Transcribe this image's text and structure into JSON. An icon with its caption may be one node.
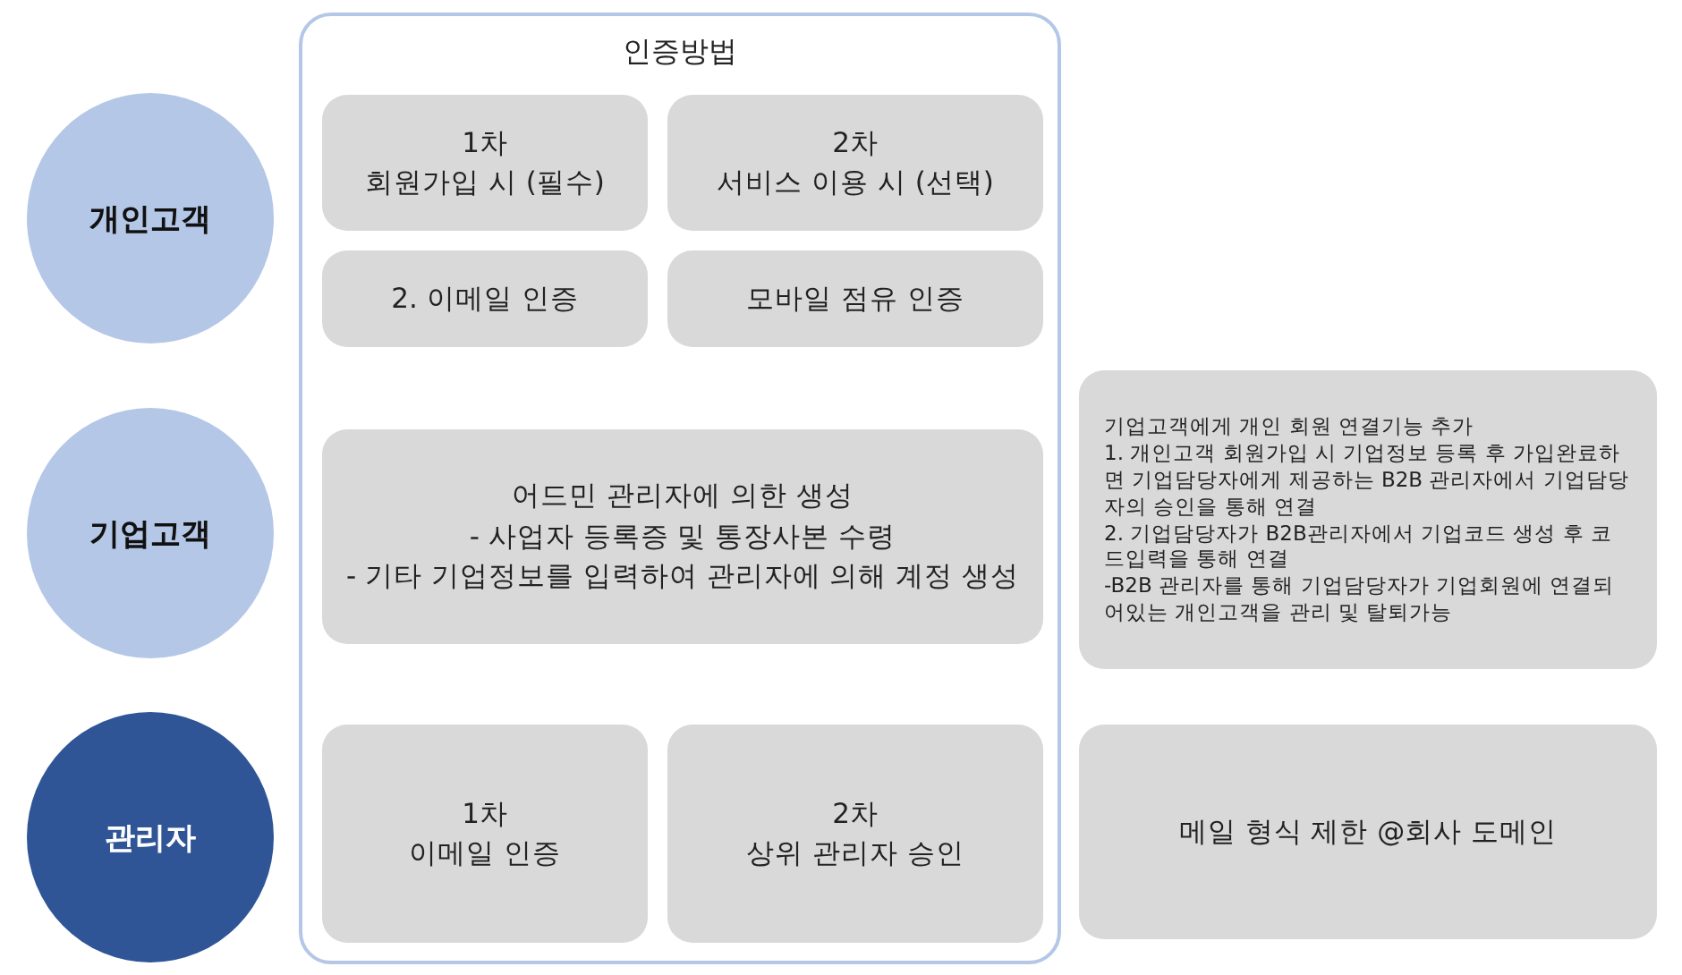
{
  "diagram": {
    "nodes": [
      {
        "text": [
          "개인고객"
        ]
      },
      {
        "text": [
          "기업고객"
        ]
      },
      {
        "text": [
          "관리자"
        ]
      },
      {
        "text": [
          "인증방법"
        ]
      },
      {
        "text": [
          "1차",
          "회원가입 시 (필수)"
        ],
        "in": 3
      },
      {
        "text": [
          "2차",
          "서비스 이용 시 (선택)"
        ],
        "in": 3
      },
      {
        "text": [
          "2. 이메일 인증"
        ],
        "in": 3
      },
      {
        "text": [
          "모바일 점유 인증"
        ],
        "in": 3
      },
      {
        "text": [
          "어드민 관리자에 의한 생성",
          "- 사업자 등록증 및 통장사본 수령",
          "- 기타 기업정보를 입력하여 관리자에 의해 계정 생성"
        ],
        "in": 3
      },
      {
        "text": [
          "1차",
          "이메일 인증"
        ],
        "in": 3
      },
      {
        "text": [
          "2차",
          "상위 관리자 승인"
        ],
        "in": 3
      },
      {
        "text": [
          "기업고객에게 개인 회원 연결기능 추가",
          "1. 개인고객 회원가입 시 기업정보 등록 후 가입완료하면 기업담당자에게 제공하는 B2B 관리자에서 기업담당자의 승인을 통해 연결",
          "2. 기업담당자가 B2B관리자에서 기업코드 생성 후 코드입력을 통해 연결",
          "-B2B 관리자를 통해 기업담당자가 기업회원에 연결되어있는 개인고객을 관리 및 탈퇴가능"
        ]
      },
      {
        "text": [
          "메일 형식 제한 @회사 도메인"
        ]
      }
    ]
  }
}
